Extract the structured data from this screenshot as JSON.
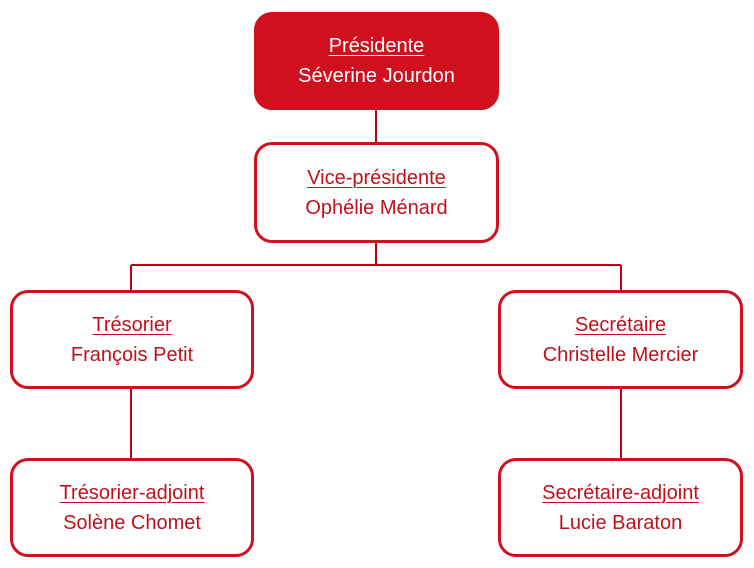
{
  "theme": {
    "accent": "#d0101e",
    "text": "#c0101c",
    "line": "#c00010",
    "background": "#ffffff"
  },
  "org": {
    "president": {
      "role": "Présidente",
      "name": "Séverine Jourdon"
    },
    "vice_president": {
      "role": "Vice-présidente",
      "name": "Ophélie Ménard"
    },
    "treasurer": {
      "role": "Trésorier",
      "name": "François Petit"
    },
    "secretary": {
      "role": "Secrétaire",
      "name": "Christelle Mercier"
    },
    "treasurer_deputy": {
      "role": "Trésorier-adjoint",
      "name": "Solène Chomet"
    },
    "secretary_deputy": {
      "role": "Secrétaire-adjoint",
      "name": "Lucie Baraton"
    }
  }
}
